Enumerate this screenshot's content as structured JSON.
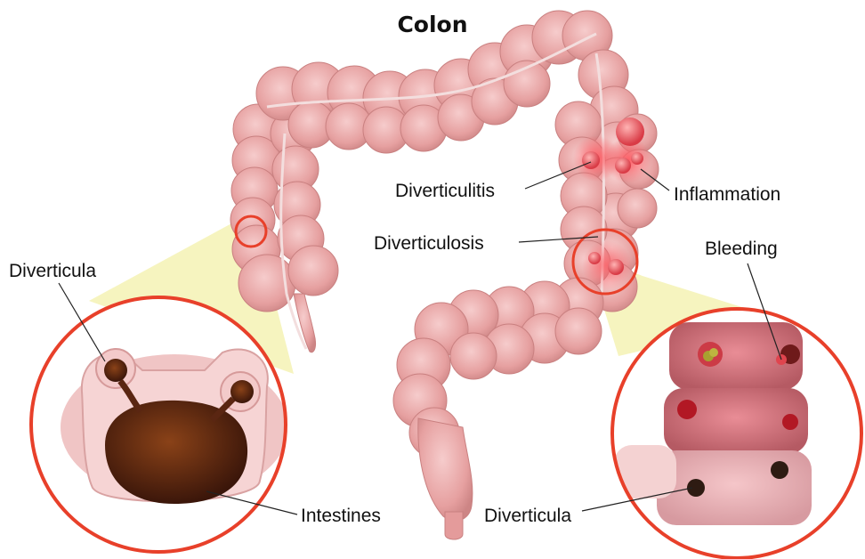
{
  "title": "Colon",
  "labels": {
    "diverticula_left": "Diverticula",
    "intestines": "Intestines",
    "diverticulitis": "Diverticulitis",
    "inflammation": "Inflammation",
    "diverticulosis": "Diverticulosis",
    "bleeding": "Bleeding",
    "diverticula_right": "Diverticula"
  },
  "colors": {
    "colon": "#e9a3a3",
    "colon_dark": "#c97c7c",
    "highlight_circle": "#e8402a",
    "callout_cone": "#f3f1b0",
    "inflamed": "#e8454f",
    "pouch_dark": "#4a1f10"
  }
}
